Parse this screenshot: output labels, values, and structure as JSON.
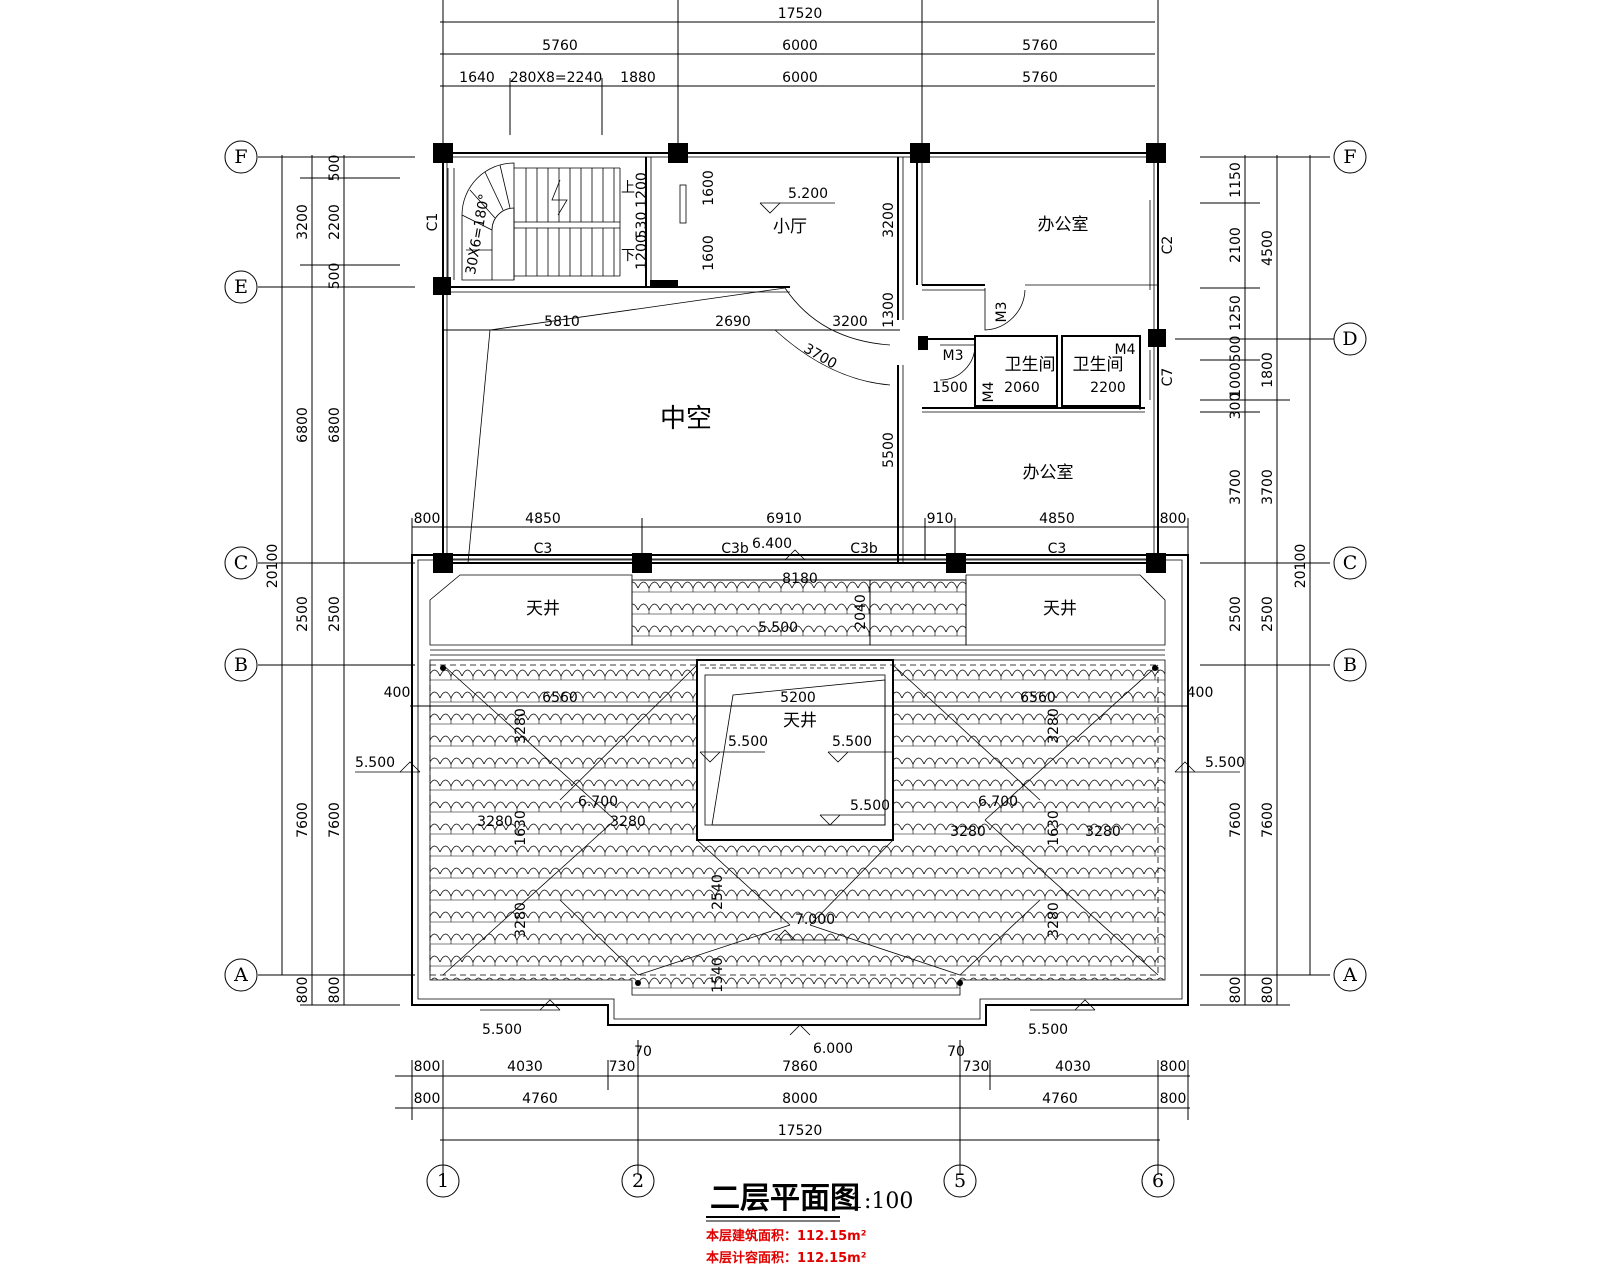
{
  "title": "二层平面图",
  "scale": "1:100",
  "area_building": "本层建筑面积：112.15m²",
  "area_counted": "本层计容面积：112.15m²",
  "axes": {
    "v": [
      "1",
      "2",
      "5",
      "6"
    ],
    "h": [
      "F",
      "E",
      "D",
      "C",
      "B",
      "A"
    ]
  },
  "rooms": {
    "xiaoting": "小厅",
    "office_top": "办公室",
    "office_bottom": "办公室",
    "wc1": "卫生间",
    "wc2": "卫生间",
    "void": "中空",
    "tianjing_left": "天井",
    "tianjing_right": "天井",
    "tianjing_mid": "天井"
  },
  "doors": {
    "m3a": "M3",
    "m3b": "M3",
    "m4a": "M4",
    "m4b": "M4",
    "c1": "C1",
    "c2": "C2",
    "c7": "C7",
    "c3a": "C3",
    "c3b1": "C3b",
    "c3b2": "C3b",
    "c3c": "C3"
  },
  "elevations": {
    "e520": "5.200",
    "e640": "6.400",
    "e550a": "5.500",
    "e550b": "5.500",
    "e550c": "5.500",
    "e550d": "5.500",
    "e550e": "5.500",
    "e550f": "5.500",
    "e550g": "5.500",
    "e550h": "5.500",
    "e670a": "6.700",
    "e670b": "6.700",
    "e700": "7.000",
    "e600": "6.000"
  },
  "stairs": {
    "up": "上",
    "down": "下",
    "spiral": "30X6=180°",
    "s1200a": "1200",
    "s530": "530",
    "s1200b": "1200",
    "s1600a": "1600",
    "s1600b": "1600"
  },
  "dims_top": {
    "total": "17520",
    "r2": [
      "5760",
      "6000",
      "5760"
    ],
    "r3": [
      "1640",
      "280X8=2240",
      "1880",
      "6000",
      "5760"
    ]
  },
  "dims_bottom": {
    "total": "17520",
    "r1": [
      "800",
      "4030",
      "730",
      "70",
      "7860",
      "70",
      "730",
      "4030",
      "800"
    ],
    "r2": [
      "800",
      "4760",
      "8000",
      "4760",
      "800"
    ]
  },
  "dims_left": {
    "total": "20100",
    "outer": [
      "3200",
      "6800",
      "2500",
      "7600",
      "800"
    ],
    "inner": [
      "500",
      "2200",
      "500",
      "6800",
      "2500",
      "7600",
      "800"
    ]
  },
  "dims_right": {
    "total": "20100",
    "outer": [
      "4500",
      "1800",
      "3700",
      "2500",
      "7600",
      "800"
    ],
    "inner": [
      "1150",
      "2100",
      "1250",
      "500",
      "1000",
      "300",
      "3700",
      "2500",
      "7600",
      "800"
    ]
  },
  "dims_inner": {
    "d5810": "5810",
    "d2690": "2690",
    "d3200h": "3200",
    "d3700": "3700",
    "d3200v": "3200",
    "d1300": "1300",
    "d5500": "5500",
    "d1500": "1500",
    "d2060": "2060",
    "d2200": "2200",
    "dc800a": "800",
    "dc4850a": "4850",
    "dc6910": "6910",
    "dc910": "910",
    "dc4850b": "4850",
    "dc800b": "800",
    "d8180": "8180",
    "d2040": "2040",
    "d6560a": "6560",
    "d6560b": "6560",
    "d5200": "5200",
    "d400a": "400",
    "d400b": "400",
    "d3280a": "3280",
    "d3280b": "3280",
    "d3280c": "3280",
    "d3280d": "3280",
    "d3280e": "3280",
    "d3280f": "3280",
    "d3280g": "3280",
    "d3280h": "3280",
    "d1630a": "1630",
    "d1630b": "1630",
    "d2540": "2540",
    "d1540": "1540"
  }
}
